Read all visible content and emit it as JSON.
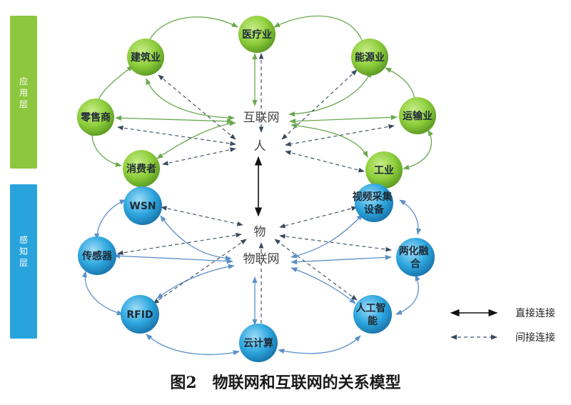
{
  "layers": {
    "application": {
      "label": "应用层",
      "color": "#8dc63f"
    },
    "perception": {
      "label": "感知层",
      "color": "#29a3dc"
    }
  },
  "center": {
    "internet": "互联网",
    "person": "人",
    "thing": "物",
    "iot": "物联网"
  },
  "app_nodes": {
    "medical": "医疗业",
    "construction": "建筑业",
    "energy": "能源业",
    "retail": "零售商",
    "transport": "运输业",
    "consumer": "消费者",
    "industry": "工业"
  },
  "sense_nodes": {
    "wsn": "WSN",
    "video": "视频采集设备",
    "sensor": "传感器",
    "fusion": "两化融合",
    "rfid": "RFID",
    "ai": "人工智能",
    "cloud": "云计算"
  },
  "legend": {
    "direct": "直接连接",
    "indirect": "间接连接"
  },
  "caption": "图2　物联网和互联网的关系模型",
  "colors": {
    "green_node": "#8fcf3c",
    "blue_node": "#2ea7df",
    "green_line": "#6aa84f",
    "blue_line": "#5b8fc7",
    "dashed_line": "#44556a"
  }
}
